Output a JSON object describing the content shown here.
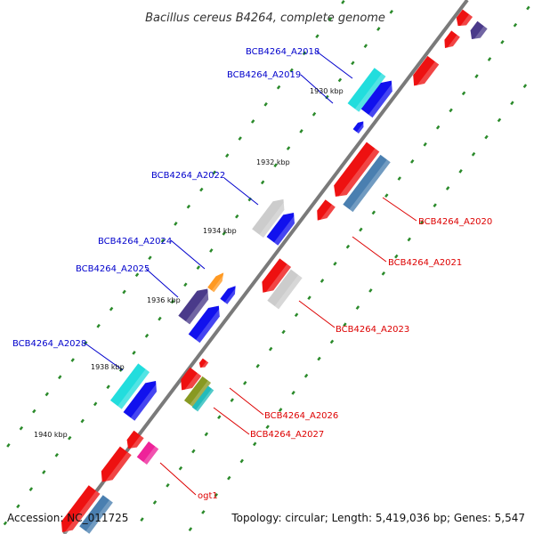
{
  "title": "Bacillus cereus B4264, complete genome",
  "footer": {
    "accession": "Accession: NC_011725",
    "summary": "Topology: circular; Length: 5,419,036 bp; Genes: 5,547"
  },
  "ticks": [
    "1930 kbp",
    "1932 kbp",
    "1934 kbp",
    "1936 kbp",
    "1938 kbp",
    "1940 kbp"
  ],
  "genes": [
    "BCB4264_A2018",
    "BCB4264_A2019",
    "BCB4264_A2020",
    "BCB4264_A2021",
    "BCB4264_A2022",
    "BCB4264_A2023",
    "BCB4264_A2024",
    "BCB4264_A2025",
    "BCB4264_A2026",
    "BCB4264_A2027",
    "BCB4264_A2028",
    "ogt1"
  ],
  "colors": {
    "plus_strand_label": "#0000cc",
    "minus_strand_label": "#dd0000",
    "backbone": "#777777",
    "tick_dots": "#2a8a2a",
    "red": "#ee1111",
    "blue": "#1111ee",
    "cyan": "#22dddd",
    "grey": "#cccccc",
    "steel": "#4a7fb0",
    "navy": "#4a3a8a",
    "orange": "#ff9922",
    "magenta": "#ee2299",
    "olive": "#889922",
    "teal": "#22bbbb"
  }
}
